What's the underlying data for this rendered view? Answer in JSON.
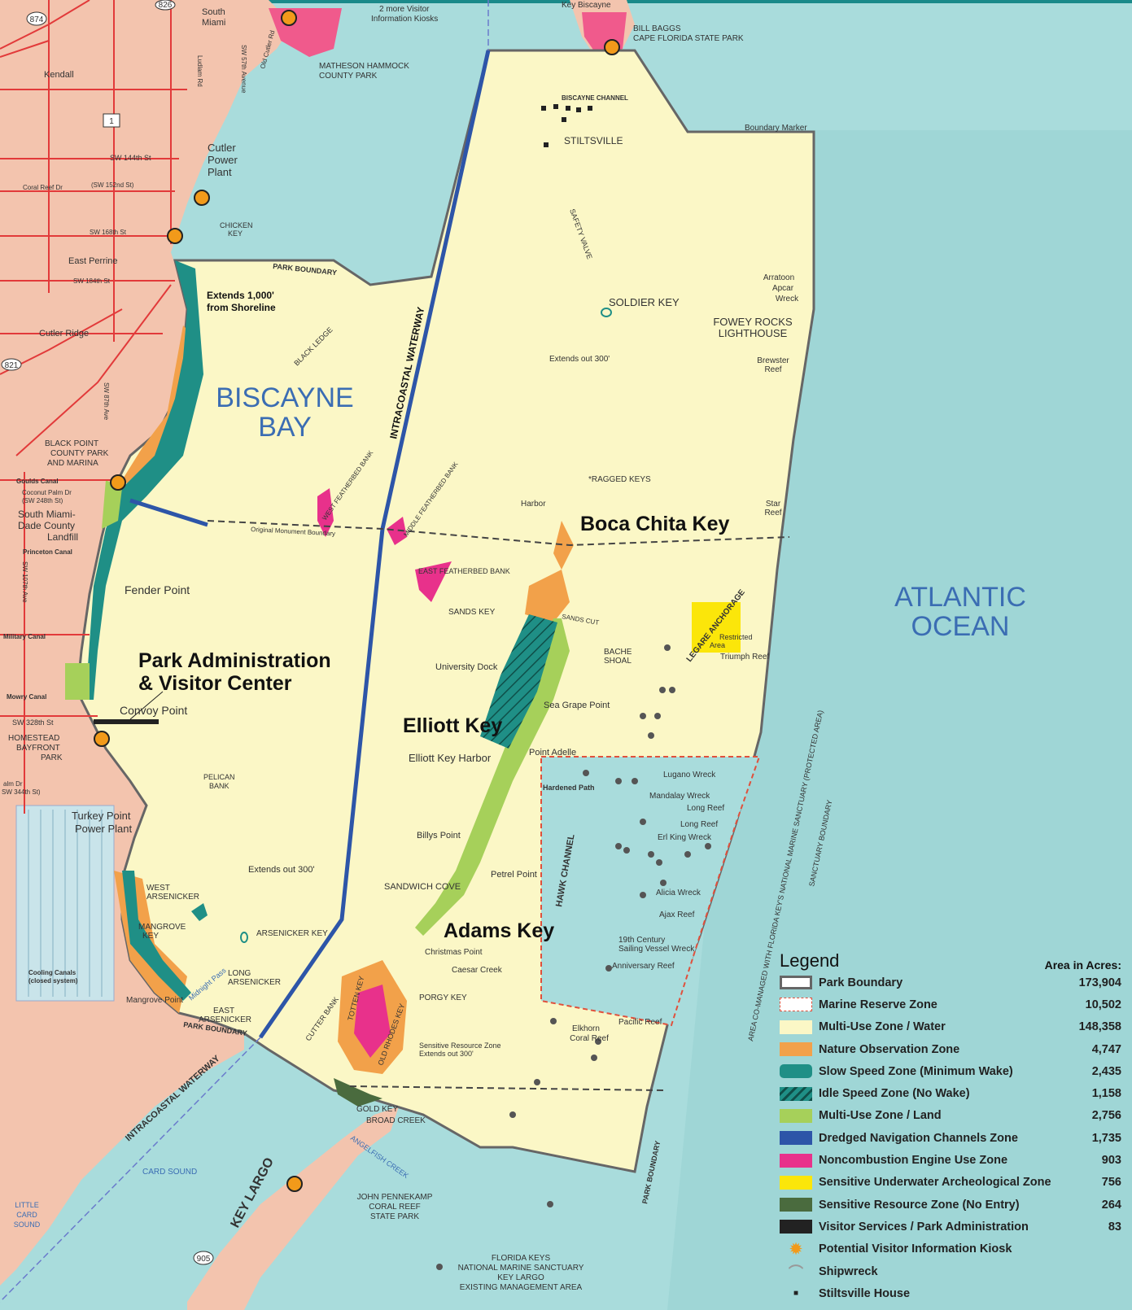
{
  "water_labels": {
    "bay": [
      "BISCAYNE",
      "BAY"
    ],
    "ocean": [
      "ATLANTIC",
      "OCEAN"
    ]
  },
  "key_labels": {
    "boca_chita": "Boca Chita Key",
    "elliott": "Elliott Key",
    "adams": "Adams Key",
    "park_admin": [
      "Park Administration",
      "& Visitor Center"
    ]
  },
  "place_labels": {
    "south_miami": [
      "South",
      "Miami"
    ],
    "kendall": "Kendall",
    "cutler_power": [
      "Cutler",
      "Power",
      "Plant"
    ],
    "east_perrine": "East Perrine",
    "cutler_ridge": "Cutler Ridge",
    "matheson": [
      "MATHESON HAMMOCK",
      "COUNTY PARK"
    ],
    "bill_baggs": [
      "BILL BAGGS",
      "CAPE FLORIDA STATE PARK"
    ],
    "key_biscayne": "Key Biscayne",
    "kiosks_note": [
      "2 more Visitor",
      "Information Kiosks"
    ],
    "biscayne_channel": "BISCAYNE CHANNEL",
    "stiltsville": "STILTSVILLE",
    "boundary_marker": "Boundary Marker",
    "chicken_key": [
      "CHICKEN",
      "KEY"
    ],
    "park_boundary": "PARK BOUNDARY",
    "extends_1000": [
      "Extends 1,000'",
      "from Shoreline"
    ],
    "black_ledge": "BLACK LEDGE",
    "safety_valve": "SAFETY VALVE",
    "soldier_key": "SOLDIER KEY",
    "extends_300a": "Extends out 300'",
    "fowey": [
      "FOWEY ROCKS",
      "LIGHTHOUSE"
    ],
    "arratoon": [
      "Arratoon",
      "Apcar",
      "Wreck"
    ],
    "brewster": [
      "Brewster",
      "Reef"
    ],
    "intracoastal": "INTRACOASTAL WATERWAY",
    "black_point": [
      "BLACK POINT",
      "COUNTY PARK",
      "AND MARINA"
    ],
    "goulds": "Goulds Canal",
    "coconut_palm": [
      "Coconut Palm Dr",
      "(SW 248th St)"
    ],
    "landfill": [
      "South Miami-",
      "Dade County",
      "Landfill"
    ],
    "princeton": "Princeton Canal",
    "west_featherbed": "WEST FEATHERBED BANK",
    "middle_featherbed": "MIDDLE FEATHERBED BANK",
    "orig_monument": "Original Monument Boundary",
    "ragged_keys": "*RAGGED KEYS",
    "harbor": "Harbor",
    "star_reef": [
      "Star",
      "Reef"
    ],
    "east_featherbed": "EAST FEATHERBED BANK",
    "sands_key": "SANDS KEY",
    "sands_cut": "SANDS CUT",
    "fender_point": "Fender Point",
    "military": "Military Canal",
    "legare": "LEGARE ANCHORAGE",
    "restricted": [
      "Restricted",
      "Area"
    ],
    "triumph": "Triumph Reef",
    "bache": [
      "BACHE",
      "SHOAL"
    ],
    "university_dock": "University Dock",
    "mowry": "Mowry Canal",
    "convoy": "Convoy Point",
    "sw328": "SW 328th St",
    "homestead": [
      "HOMESTEAD",
      "BAYFRONT",
      "PARK"
    ],
    "sea_grape": "Sea Grape Point",
    "elliott_harbor": "Elliott Key Harbor",
    "point_adelle": "Point Adelle",
    "hardened": "Hardened Path",
    "pelican": [
      "PELICAN",
      "BANK"
    ],
    "turkey_point": [
      "Turkey Point",
      "Power Plant"
    ],
    "lugano": "Lugano Wreck",
    "mandalay": "Mandalay Wreck",
    "long_reef1": "Long Reef",
    "long_reef2": "Long Reef",
    "erl_king": "Erl King Wreck",
    "billys": "Billys Point",
    "hawk": "HAWK CHANNEL",
    "extends_300b": "Extends out 300'",
    "sandwich": "SANDWICH COVE",
    "petrel": "Petrel Point",
    "west_arsenicker": [
      "WEST",
      "ARSENICKER"
    ],
    "alicia": "Alicia Wreck",
    "ajax": "Ajax Reef",
    "mangrove_key": [
      "MANGROVE",
      "KEY"
    ],
    "arsenicker_key": "ARSENICKER KEY",
    "sailing_wreck": [
      "19th Century",
      "Sailing Vessel Wreck"
    ],
    "christmas": "Christmas Point",
    "cooling": [
      "Cooling Canals",
      "(closed system)"
    ],
    "caesar": "Caesar Creek",
    "anniversary": "Anniversary Reef",
    "long_arsenicker": [
      "LONG",
      "ARSENICKER"
    ],
    "midnight": "Midnight Pass",
    "mangrove_point": "Mangrove Point",
    "east_arsenicker": [
      "EAST",
      "ARSENICKER"
    ],
    "porgy": "PORGY KEY",
    "pacific": "Pacific Reef",
    "elkhorn": [
      "Elkhorn",
      "Coral Reef"
    ],
    "cutter_bank": "CUTTER BANK",
    "totten": "TOTTEN KEY",
    "old_rhodes": "OLD RHODES KEY",
    "sensitive_note": [
      "Sensitive Resource Zone",
      "Extends out 300'"
    ],
    "gold_key": "GOLD KEY",
    "broad_creek": "BROAD CREEK",
    "intracoastal2": "INTRACOASTAL WATERWAY",
    "card_sound": "CARD SOUND",
    "key_largo": "KEY LARGO",
    "angelfish": "ANGELFISH CREEK",
    "little_card": [
      "LITTLE",
      "CARD",
      "SOUND"
    ],
    "pennekamp": [
      "JOHN PENNEKAMP",
      "CORAL REEF",
      "STATE PARK"
    ],
    "fknms": [
      "FLORIDA KEYS",
      "NATIONAL MARINE SANCTUARY",
      "KEY LARGO",
      "EXISTING MANAGEMENT AREA"
    ],
    "co_managed": "AREA CO-MANAGED WITH FLORIDA KEY'S NATIONAL MARINE SANCTUARY (PROTECTED AREA)",
    "sanctuary_boundary": "SANCTUARY BOUNDARY",
    "park_boundary2": "PARK BOUNDARY",
    "park_boundary3": "PARK BOUNDARY",
    "sw144": "SW 144th St",
    "coral_reef_dr": "Coral Reef Dr",
    "sw152": "(SW 152nd St)",
    "sw168": "SW 168th St",
    "sw184": "SW 184th St",
    "ludlam": "Ludlam Rd",
    "sw57": "SW 57th Avenue",
    "old_cutler": "Old Cutler Rd",
    "sw87": "SW 87th Ave",
    "sw107": "SW 107th Ave",
    "sw344": [
      "alm Dr",
      "SW 344th St)"
    ],
    "hw874": "874",
    "hw826": "826",
    "hw1": "1",
    "hw821": "821",
    "hw905": "905"
  },
  "legend": {
    "title": "Legend",
    "acres_header": "Area in Acres:",
    "items": [
      {
        "label": "Park Boundary",
        "acres": "173,904",
        "color": "#666666",
        "style": "outline"
      },
      {
        "label": "Marine Reserve Zone",
        "acres": "10,502",
        "color": "#e0503c",
        "style": "dashed"
      },
      {
        "label": "Multi-Use Zone / Water",
        "acres": "148,358",
        "color": "#fbf7c6",
        "style": "fill"
      },
      {
        "label": "Nature Observation Zone",
        "acres": "4,747",
        "color": "#f2a14a",
        "style": "fill"
      },
      {
        "label": "Slow Speed Zone (Minimum Wake)",
        "acres": "2,435",
        "color": "#1f8f86",
        "style": "scallop"
      },
      {
        "label": "Idle Speed Zone (No Wake)",
        "acres": "1,158",
        "color": "#1f8f86",
        "style": "hatch"
      },
      {
        "label": "Multi-Use Zone / Land",
        "acres": "2,756",
        "color": "#a6d05a",
        "style": "fill"
      },
      {
        "label": "Dredged Navigation Channels Zone",
        "acres": "1,735",
        "color": "#2d55a8",
        "style": "fill"
      },
      {
        "label": "Noncombustion Engine Use Zone",
        "acres": "903",
        "color": "#e8318b",
        "style": "fill"
      },
      {
        "label": "Sensitive Underwater Archeological Zone",
        "acres": "756",
        "color": "#fbe60a",
        "style": "fill"
      },
      {
        "label": "Sensitive Resource Zone (No Entry)",
        "acres": "264",
        "color": "#4a6b3e",
        "style": "fill"
      },
      {
        "label": "Visitor Services / Park Administration",
        "acres": "83",
        "color": "#222222",
        "style": "fill"
      }
    ],
    "symbols": [
      {
        "label": "Potential Visitor Information Kiosk",
        "icon": "sun-kiosk-icon"
      },
      {
        "label": "Shipwreck",
        "icon": "shipwreck-icon"
      },
      {
        "label": "Stiltsville House",
        "icon": "stilt-house-icon"
      }
    ]
  },
  "colors": {
    "water": "#a9dcdc",
    "park_water": "#fbf7c6",
    "urban": "#f3c4ae",
    "roads": "#e23a3a",
    "channel": "#2d55a8",
    "nature": "#f2a14a",
    "land": "#a6d05a",
    "slow_speed": "#1f8f86",
    "noncombustion": "#e8318b",
    "archeological": "#fbe60a"
  }
}
